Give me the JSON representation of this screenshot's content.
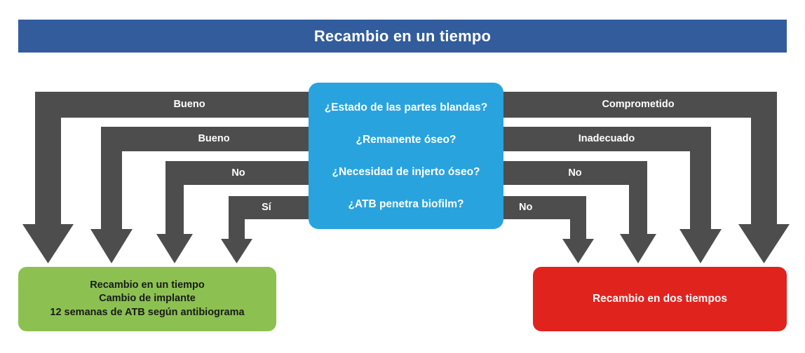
{
  "header": {
    "title": "Recambio en un tiempo",
    "color": "#325C9C"
  },
  "center": {
    "color": "#29A3DE",
    "questions": [
      "¿Estado de las partes blandas?",
      "¿Remanente óseo?",
      "¿Necesidad de injerto óseo?",
      "¿ATB penetra biofilm?"
    ]
  },
  "left_branch": {
    "arrow_color": "#4D4D4D",
    "labels": [
      "Bueno",
      "Bueno",
      "No",
      "Sí"
    ],
    "outcome": {
      "color": "#8CC152",
      "lines": [
        "Recambio en un tiempo",
        "Cambio de implante",
        "12 semanas de ATB según antibiograma"
      ]
    }
  },
  "right_branch": {
    "arrow_color": "#4D4D4D",
    "labels": [
      "Comprometido",
      "Inadecuado",
      "No",
      "No"
    ],
    "outcome": {
      "color": "#E1231E",
      "lines": [
        "Recambio en dos tiempos"
      ]
    }
  }
}
